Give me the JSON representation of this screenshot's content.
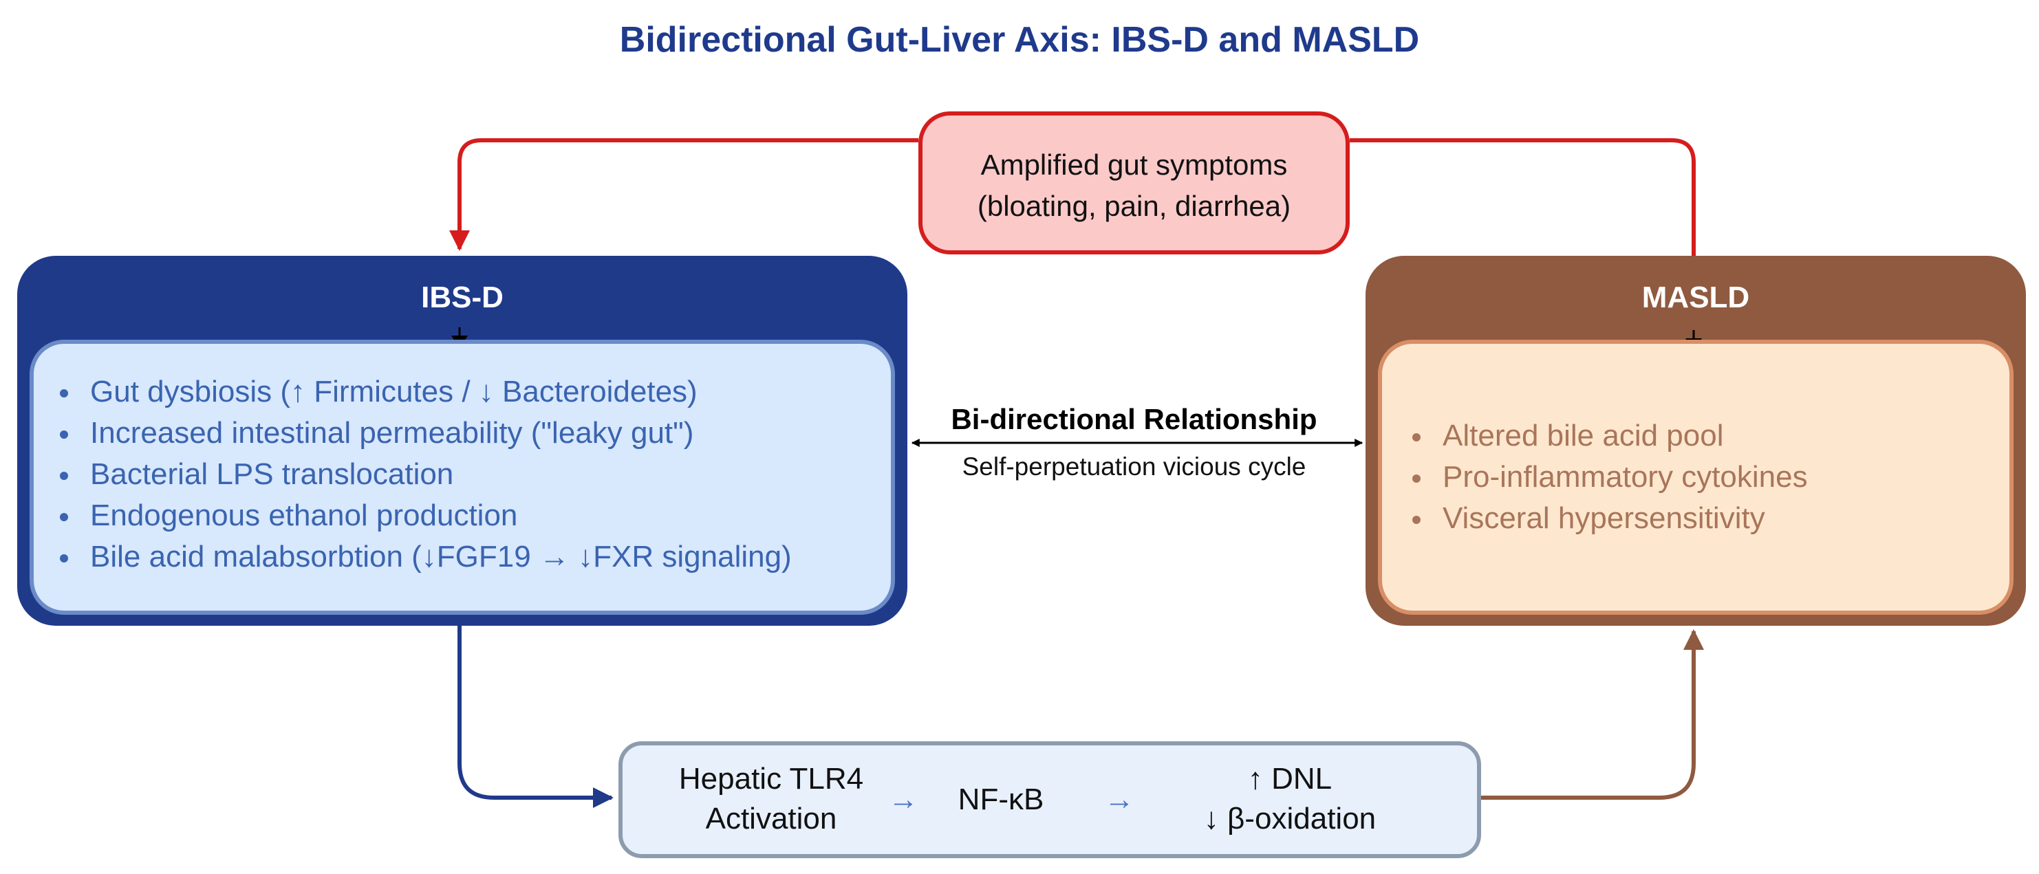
{
  "title": "Bidirectional Gut-Liver Axis: IBS-D and MASLD",
  "ibs_d": {
    "header": "IBS-D",
    "items": [
      "Gut dysbiosis (↑ Firmicutes / ↓ Bacteroidetes)",
      "Increased intestinal permeability (\"leaky gut\")",
      "Bacterial LPS translocation",
      "Endogenous ethanol production",
      "Bile acid malabsorbtion (↓FGF19 → ↓FXR signaling)"
    ]
  },
  "masld": {
    "header": "MASLD",
    "items": [
      "Altered bile acid pool",
      "Pro-inflammatory cytokines",
      "Visceral hypersensitivity"
    ]
  },
  "symptoms": {
    "line1": "Amplified gut symptoms",
    "line2": "(bloating, pain, diarrhea)"
  },
  "relationship": {
    "label": "Bi-directional Relationship",
    "sublabel": "Self-perpetuation vicious cycle"
  },
  "pathway": {
    "step1_line1": "Hepatic TLR4",
    "step1_line2": "Activation",
    "arrow1": "→",
    "step2": "NF-κB",
    "arrow2": "→",
    "step3_line1": "↑ DNL",
    "step3_line2": "↓  β-oxidation"
  },
  "colors": {
    "ibs_dark": "#203a8a",
    "ibs_light": "#d8e8fd",
    "masld_dark": "#8f5a3f",
    "masld_light": "#fde8cf",
    "symptom_red": "#d51d1d",
    "symptom_fill": "#fcc9c9",
    "pathway_fill": "#e8f0fc",
    "pathway_border": "#8c9cae"
  }
}
